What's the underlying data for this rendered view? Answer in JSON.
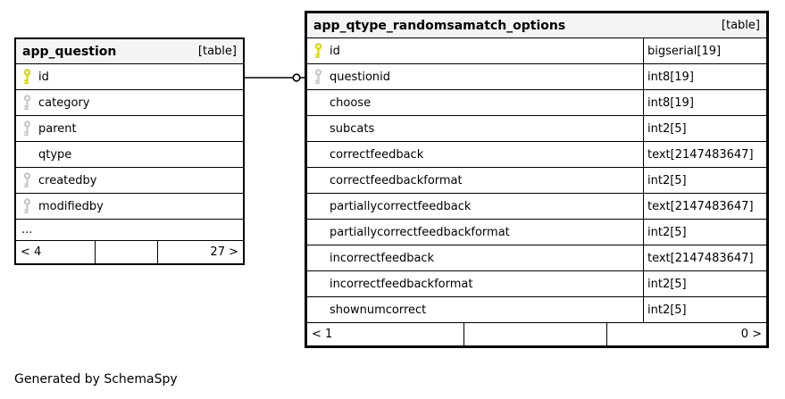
{
  "diagram": {
    "credit": "Generated by SchemaSpy",
    "relationship": {
      "from": "app_question.id",
      "to": "app_qtype_randomsamatch_options.questionid",
      "end_symbol": "open-circle"
    }
  },
  "colors": {
    "border": "#000000",
    "header_bg": "#f4f4f4",
    "row_bg": "#ffffff",
    "primary_key": "#d8d800",
    "foreign_key": "#c9c9c9"
  },
  "tables": [
    {
      "name": "app_question",
      "badge": "[table]",
      "columns": [
        {
          "name": "id",
          "key": "primary"
        },
        {
          "name": "category",
          "key": "foreign"
        },
        {
          "name": "parent",
          "key": "foreign"
        },
        {
          "name": "qtype",
          "key": "none"
        },
        {
          "name": "createdby",
          "key": "foreign"
        },
        {
          "name": "modifiedby",
          "key": "foreign"
        }
      ],
      "ellipsis": "...",
      "footer": {
        "left": "< 4",
        "middle": "",
        "right": "27 >"
      }
    },
    {
      "name": "app_qtype_randomsamatch_options",
      "badge": "[table]",
      "columns": [
        {
          "name": "id",
          "type": "bigserial[19]",
          "key": "primary"
        },
        {
          "name": "questionid",
          "type": "int8[19]",
          "key": "foreign"
        },
        {
          "name": "choose",
          "type": "int8[19]",
          "key": "none"
        },
        {
          "name": "subcats",
          "type": "int2[5]",
          "key": "none"
        },
        {
          "name": "correctfeedback",
          "type": "text[2147483647]",
          "key": "none"
        },
        {
          "name": "correctfeedbackformat",
          "type": "int2[5]",
          "key": "none"
        },
        {
          "name": "partiallycorrectfeedback",
          "type": "text[2147483647]",
          "key": "none"
        },
        {
          "name": "partiallycorrectfeedbackformat",
          "type": "int2[5]",
          "key": "none"
        },
        {
          "name": "incorrectfeedback",
          "type": "text[2147483647]",
          "key": "none"
        },
        {
          "name": "incorrectfeedbackformat",
          "type": "int2[5]",
          "key": "none"
        },
        {
          "name": "shownumcorrect",
          "type": "int2[5]",
          "key": "none"
        }
      ],
      "footer": {
        "left": "< 1",
        "middle": "",
        "right": "0 >"
      }
    }
  ]
}
